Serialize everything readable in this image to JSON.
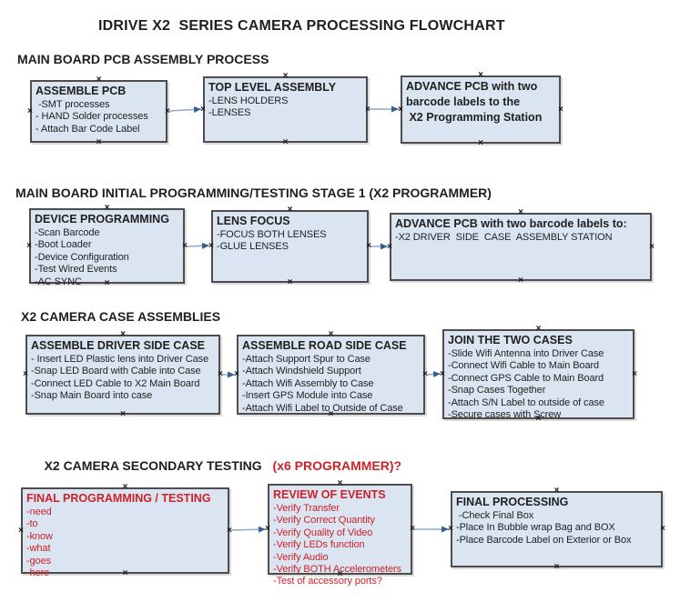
{
  "title": "IDRIVE X2  SERIES CAMERA PROCESSING FLOWCHART",
  "colors": {
    "fill": "#dbe5f1",
    "border": "#4d4d4d",
    "red": "#cc2229",
    "ink": "#1f1f1f",
    "arrow_line": "#8fa8c8",
    "arrow_head": "#365f91",
    "handle": "#1a1a1a"
  },
  "sections": [
    {
      "heading": "MAIN BOARD PCB ASSEMBLY PROCESS",
      "boxes": [
        {
          "title": "ASSEMBLE PCB",
          "items": [
            " -SMT processes",
            "- HAND Solder processes",
            "- Attach Bar Code Label"
          ]
        },
        {
          "title": "TOP LEVEL ASSEMBLY",
          "items": [
            "-LENS HOLDERS",
            "-LENSES"
          ]
        },
        {
          "title": "ADVANCE PCB with two\nbarcode labels to the\n X2 Programming Station",
          "items": []
        }
      ]
    },
    {
      "heading": "MAIN BOARD INITIAL PROGRAMMING/TESTING STAGE 1 (X2 PROGRAMMER)",
      "boxes": [
        {
          "title": "DEVICE PROGRAMMING",
          "items": [
            "-Scan Barcode",
            "-Boot Loader",
            "-Device Configuration",
            "-Test Wired Events",
            "-AC SYNC"
          ]
        },
        {
          "title": "LENS FOCUS",
          "items": [
            "-FOCUS BOTH LENSES",
            "-GLUE LENSES"
          ]
        },
        {
          "title": "ADVANCE PCB with two barcode labels to:",
          "items": [
            "-X2 DRIVER  SIDE  CASE  ASSEMBLY STATION"
          ]
        }
      ]
    },
    {
      "heading": "X2 CAMERA CASE ASSEMBLIES",
      "boxes": [
        {
          "title": "ASSEMBLE DRIVER SIDE CASE",
          "items": [
            "- Insert LED Plastic lens into Driver Case",
            "-Snap LED Board with Cable into Case",
            "-Connect LED Cable to X2 Main Board",
            "-Snap Main Board into case"
          ]
        },
        {
          "title": "ASSEMBLE ROAD SIDE CASE",
          "items": [
            "-Attach Support Spur to Case",
            "-Attach Windshield Support",
            "-Attach Wifi Assembly to Case",
            "-Insert GPS Module into Case",
            "-Attach Wifi Label to Outside of Case"
          ]
        },
        {
          "title": "JOIN THE TWO CASES",
          "items": [
            "-Slide Wifi Antenna into Driver Case",
            "-Connect Wifi Cable to Main Board",
            "-Connect GPS Cable to Main Board",
            "-Snap Cases Together",
            "-Attach S/N Label to outside of case",
            "-Secure cases with Screw"
          ]
        }
      ]
    },
    {
      "heading": "X2 CAMERA SECONDARY TESTING ",
      "heading_suffix": "(x6 PROGRAMMER)?",
      "boxes": [
        {
          "title": "FINAL PROGRAMMING / TESTING",
          "items": [
            "-need",
            "-to",
            "-know",
            "-what",
            "-goes",
            "-here"
          ]
        },
        {
          "title": "REVIEW OF EVENTS",
          "items": [
            "-Verify Transfer",
            "-Verify Correct Quantity",
            "-Verify Quality of Video",
            "-Verify LEDs function",
            "-Verify Audio",
            "-Verify BOTH Accelerometers",
            "-Test of accessory ports?"
          ]
        },
        {
          "title": "FINAL PROCESSING",
          "items": [
            " -Check Final Box",
            "-Place In Bubble wrap Bag and BOX",
            "-Place Barcode Label on Exterior or Box"
          ]
        }
      ]
    }
  ]
}
